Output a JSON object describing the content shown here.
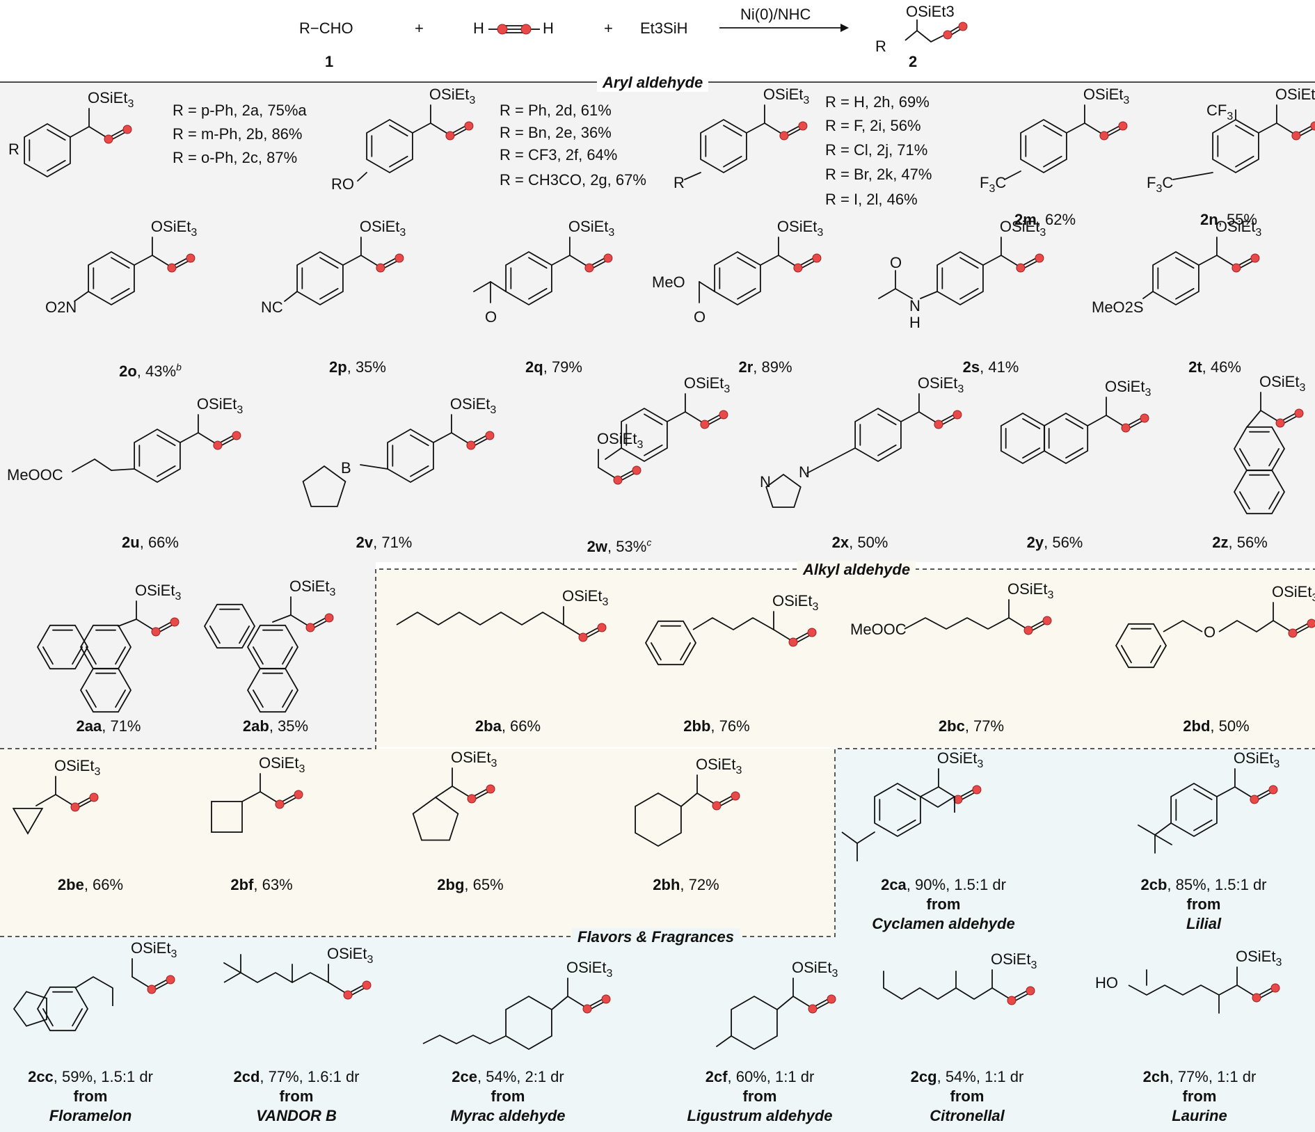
{
  "scheme": {
    "reactant_1": "R−CHO",
    "reactant_1_number": "1",
    "plus": "+",
    "acetylene_left": "H",
    "acetylene_right": "H",
    "silane": "Et3SiH",
    "catalyst": "Ni(0)/NHC",
    "product_group": "OSiEt3",
    "product_r": "R",
    "product_number": "2"
  },
  "sections": {
    "aryl": "Aryl aldehyde",
    "alkyl": "Alkyl aldehyde",
    "flavors": "Flavors & Fragrances"
  },
  "common": {
    "group": "OSiEt3",
    "from": "from"
  },
  "series_a": {
    "sub_r": "R",
    "lines": [
      "R = p-Ph, 2a, 75%a",
      "R = m-Ph, 2b, 86%",
      "R = o-Ph, 2c, 87%"
    ]
  },
  "series_d": {
    "sub_ro": "RO",
    "lines": [
      "R = Ph, 2d, 61%",
      "R = Bn, 2e, 36%",
      "R = CF3, 2f, 64%",
      "R = CH3CO, 2g, 67%"
    ]
  },
  "series_h": {
    "sub_r": "R",
    "lines": [
      "R = H, 2h, 69%",
      "R = F, 2i, 56%",
      "R = Cl, 2j, 71%",
      "R = Br, 2k, 47%",
      "R = I, 2l, 46%"
    ]
  },
  "substituents": {
    "cf3": "F3C",
    "cf3_top": "CF3",
    "no2": "O2N",
    "cn": "NC",
    "ome": "MeO",
    "o": "O",
    "nh": "N",
    "h": "H",
    "so2": "MeO2S",
    "meooc": "MeOOC",
    "boron": "B",
    "imid_n": "N",
    "ho": "HO"
  },
  "compounds": [
    {
      "id": "2m",
      "yield": "62%",
      "note": "",
      "src": ""
    },
    {
      "id": "2n",
      "yield": "55%",
      "note": "",
      "src": ""
    },
    {
      "id": "2o",
      "yield": "43%",
      "note": "b",
      "src": ""
    },
    {
      "id": "2p",
      "yield": "35%",
      "note": "",
      "src": ""
    },
    {
      "id": "2q",
      "yield": "79%",
      "note": "",
      "src": ""
    },
    {
      "id": "2r",
      "yield": "89%",
      "note": "",
      "src": ""
    },
    {
      "id": "2s",
      "yield": "41%",
      "note": "",
      "src": ""
    },
    {
      "id": "2t",
      "yield": "46%",
      "note": "",
      "src": ""
    },
    {
      "id": "2u",
      "yield": "66%",
      "note": "",
      "src": ""
    },
    {
      "id": "2v",
      "yield": "71%",
      "note": "",
      "src": ""
    },
    {
      "id": "2w",
      "yield": "53%",
      "note": "c",
      "src": ""
    },
    {
      "id": "2x",
      "yield": "50%",
      "note": "",
      "src": ""
    },
    {
      "id": "2y",
      "yield": "56%",
      "note": "",
      "src": ""
    },
    {
      "id": "2z",
      "yield": "56%",
      "note": "",
      "src": ""
    },
    {
      "id": "2aa",
      "yield": "71%",
      "note": "",
      "src": ""
    },
    {
      "id": "2ab",
      "yield": "35%",
      "note": "",
      "src": ""
    },
    {
      "id": "2ba",
      "yield": "66%",
      "note": "",
      "src": ""
    },
    {
      "id": "2bb",
      "yield": "76%",
      "note": "",
      "src": ""
    },
    {
      "id": "2bc",
      "yield": "77%",
      "note": "",
      "src": ""
    },
    {
      "id": "2bd",
      "yield": "50%",
      "note": "",
      "src": ""
    },
    {
      "id": "2be",
      "yield": "66%",
      "note": "",
      "src": ""
    },
    {
      "id": "2bf",
      "yield": "63%",
      "note": "",
      "src": ""
    },
    {
      "id": "2bg",
      "yield": "65%",
      "note": "",
      "src": ""
    },
    {
      "id": "2bh",
      "yield": "72%",
      "note": "",
      "src": ""
    },
    {
      "id": "2ca",
      "yield": "90%, 1.5:1 dr",
      "note": "",
      "src": "Cyclamen aldehyde"
    },
    {
      "id": "2cb",
      "yield": "85%, 1.5:1 dr",
      "note": "",
      "src": "Lilial"
    },
    {
      "id": "2cc",
      "yield": "59%, 1.5:1 dr",
      "note": "",
      "src": "Floramelon"
    },
    {
      "id": "2cd",
      "yield": "77%, 1.6:1 dr",
      "note": "",
      "src": "VANDOR B"
    },
    {
      "id": "2ce",
      "yield": "54%, 2:1 dr",
      "note": "",
      "src": "Myrac aldehyde"
    },
    {
      "id": "2cf",
      "yield": "60%, 1:1 dr",
      "note": "",
      "src": "Ligustrum aldehyde"
    },
    {
      "id": "2cg",
      "yield": "54%, 1:1 dr",
      "note": "",
      "src": "Citronellal"
    },
    {
      "id": "2ch",
      "yield": "77%, 1:1 dr",
      "note": "",
      "src": "Laurine"
    }
  ],
  "colors": {
    "aryl_bg": "#f3f3f3",
    "alkyl_bg": "#fbf8ef",
    "flavor_bg": "#eef6f8",
    "allene_atom": "#e84a4a",
    "bond": "#111111"
  }
}
